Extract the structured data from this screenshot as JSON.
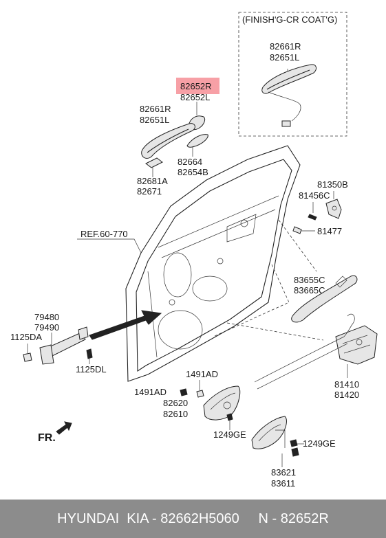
{
  "labels": {
    "finish_box_title": "(FINISH'G-CR COAT'G)",
    "finish_handle_r": "82661R",
    "finish_handle_l": "82651L",
    "highlight_r": "82652R",
    "highlight_l": "82652L",
    "handle_r": "82661R",
    "handle_l": "82651L",
    "gasket_a": "82664",
    "gasket_b": "82654B",
    "cover_a": "82681A",
    "cover_b": "82671",
    "ref": "REF.60-770",
    "bracket": "81350B",
    "screw_c": "81456C",
    "bolt": "81477",
    "cable_a": "83655C",
    "cable_b": "83665C",
    "checker_a": "79480",
    "checker_b": "79490",
    "bolt_left": "1125DA",
    "bolt_lower": "1125DL",
    "clip_top": "1491AD",
    "clip_left": "1491AD",
    "inner_a": "82620",
    "inner_b": "82610",
    "screw_249_left": "1249GE",
    "screw_249_right": "1249GE",
    "latch_a": "81410",
    "latch_b": "81420",
    "trim_a": "83621",
    "trim_b": "83611",
    "fr": "FR."
  },
  "footer": {
    "text": "HYUNDAI  KIA - 82662H5060     N - 82652R"
  },
  "colors": {
    "highlight": "#f7a0a6",
    "footer_bg": "#8c8c8c",
    "footer_text": "#ffffff"
  }
}
